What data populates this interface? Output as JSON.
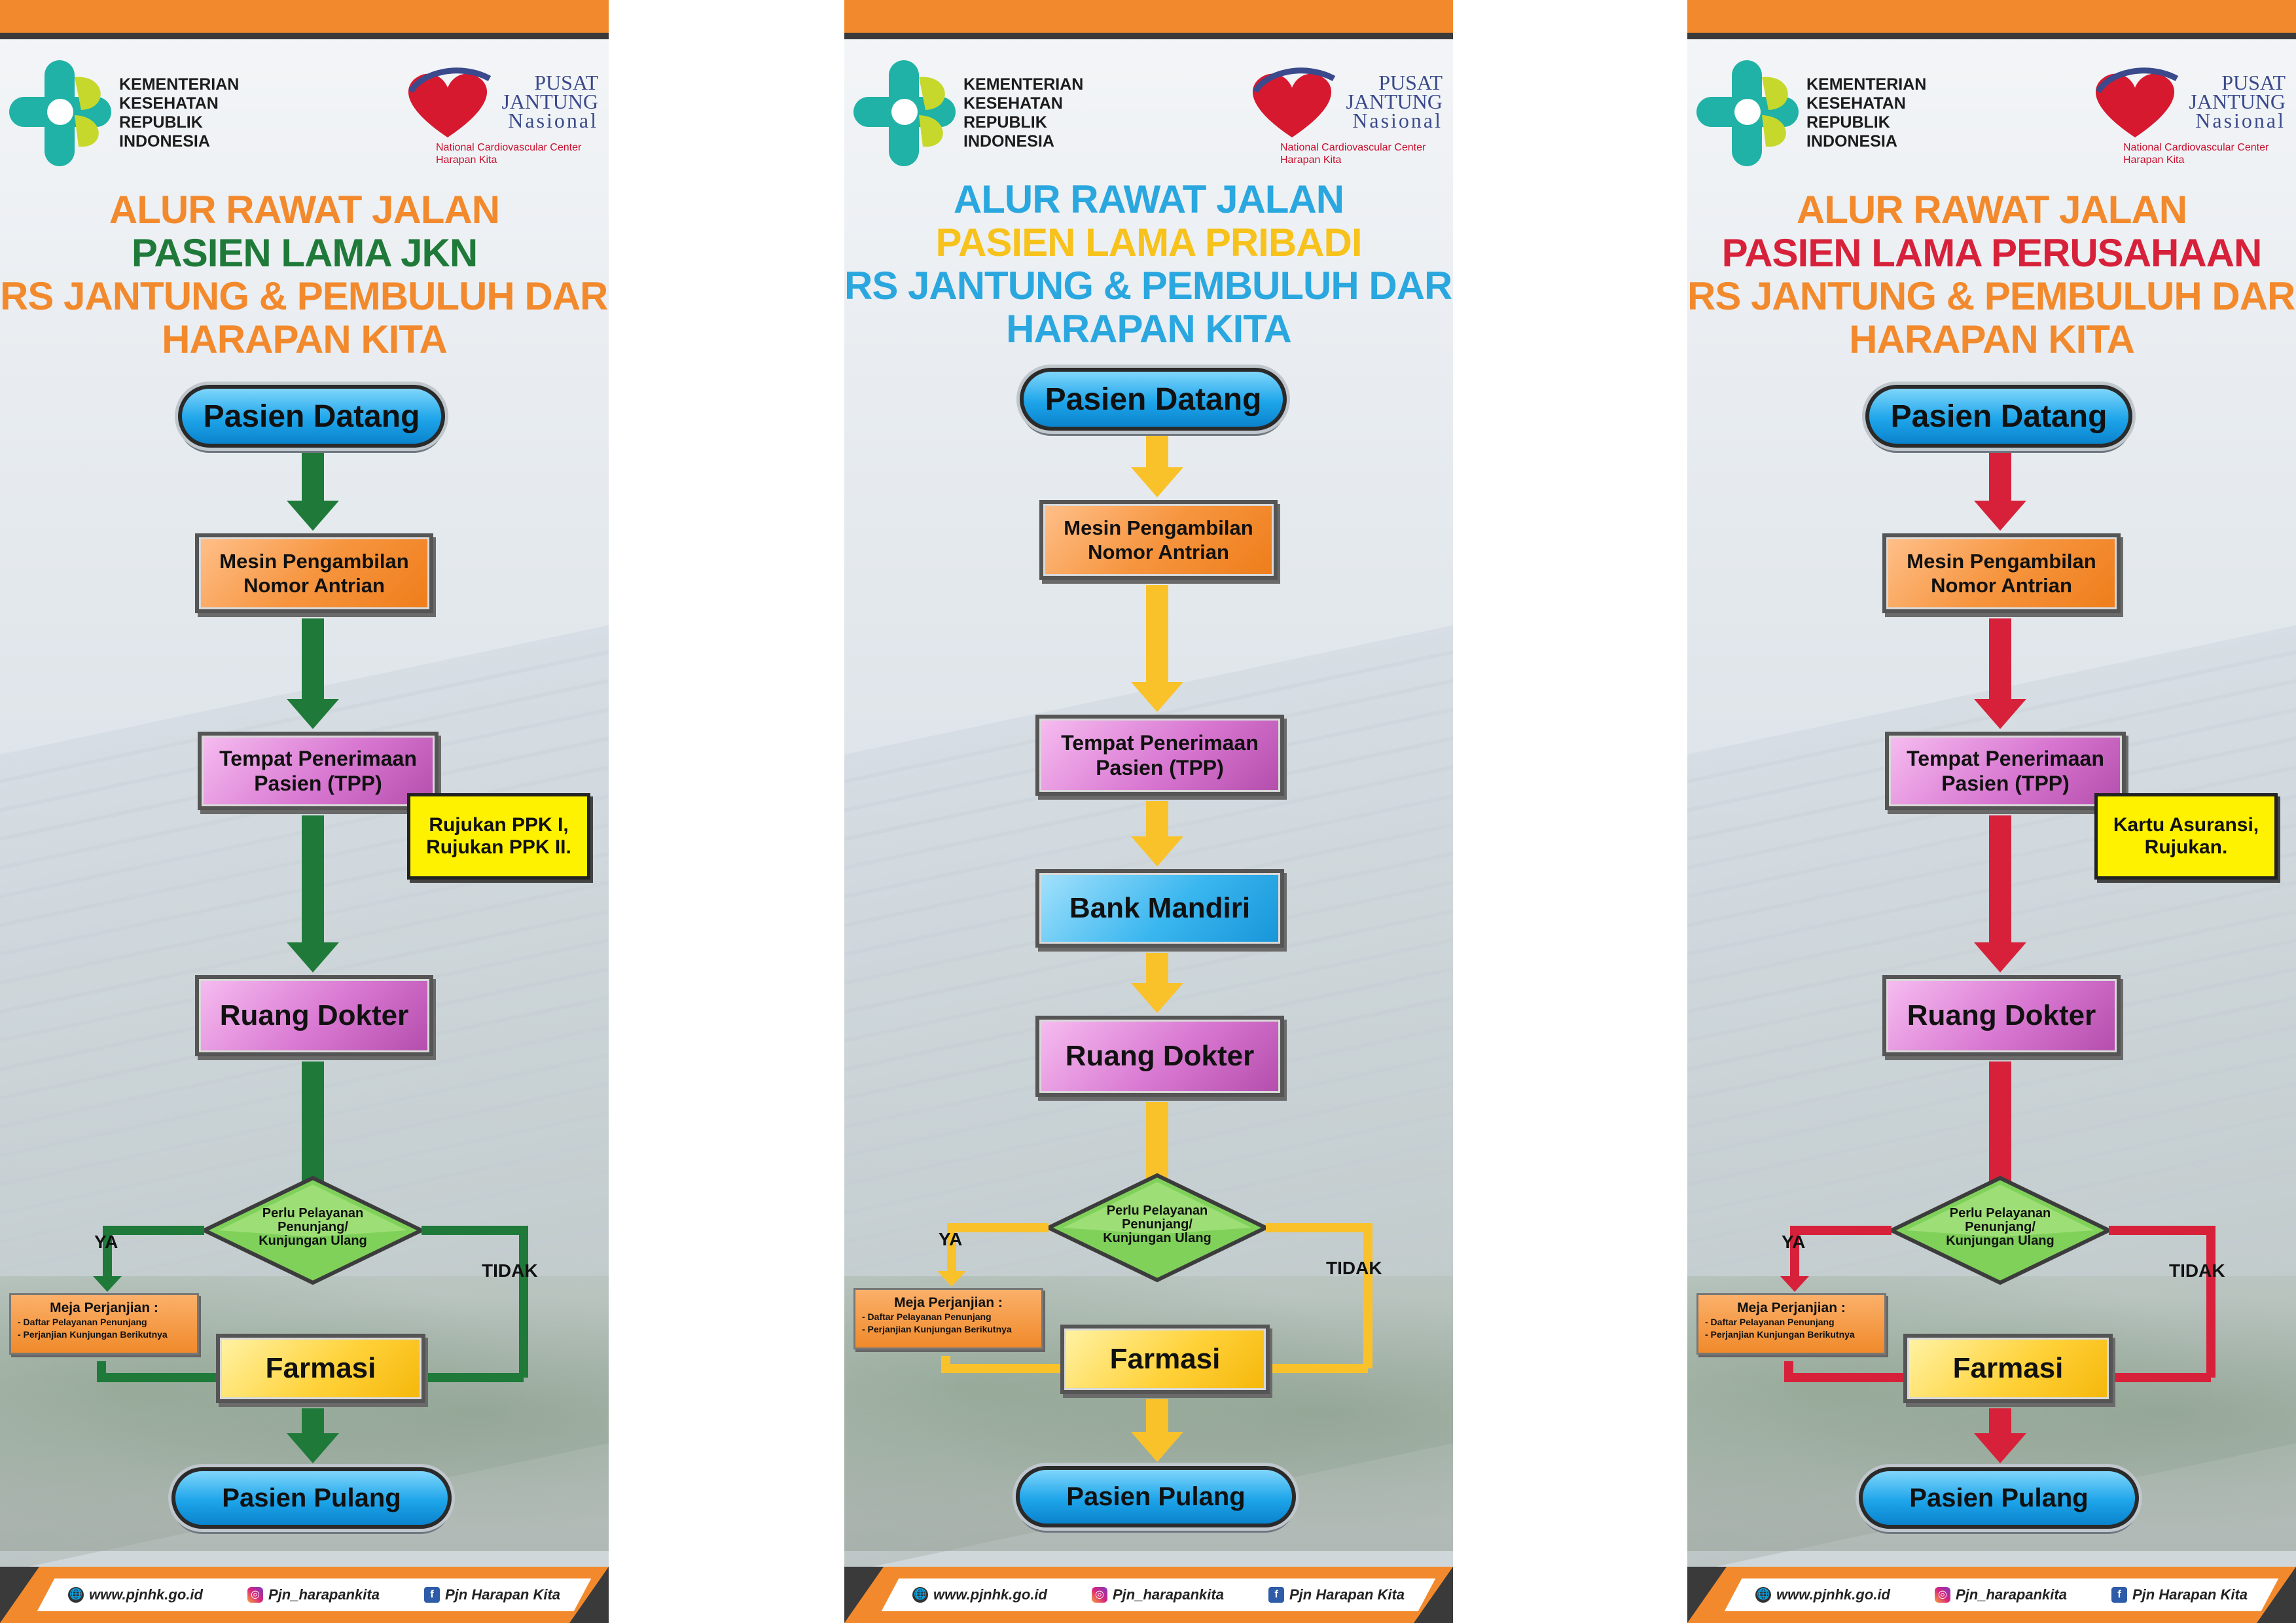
{
  "logo": {
    "kemkes_lines": [
      "KEMENTERIAN",
      "KESEHATAN",
      "REPUBLIK",
      "INDONESIA"
    ],
    "pjn_lines": [
      "PUSAT",
      "JANTUNG",
      "Nasional"
    ],
    "pjn_sub_lines": [
      "National Cardiovascular Center",
      "Harapan Kita"
    ]
  },
  "footer": {
    "website": "www.pjnhk.go.id",
    "instagram": "Pjn_harapankita",
    "facebook": "Pjn Harapan Kita"
  },
  "flow": {
    "start": "Pasien Datang",
    "queue": "Mesin Pengambilan Nomor Antrian",
    "queue_lines": [
      "Mesin Pengambilan",
      "Nomor Antrian"
    ],
    "tpp_lines": [
      "Tempat Penerimaan",
      "Pasien (TPP)"
    ],
    "bank": "Bank Mandiri",
    "doctor": "Ruang Dokter",
    "decision_lines": [
      "Perlu Pelayanan",
      "Penunjang/",
      "Kunjungan Ulang"
    ],
    "yes": "YA",
    "no": "TIDAK",
    "meja_title": "Meja Perjanjian :",
    "meja_items": [
      "- Daftar Pelayanan Penunjang",
      "- Perjanjian Kunjungan Berikutnya"
    ],
    "pharmacy": "Farmasi",
    "end": "Pasien Pulang"
  },
  "banners": [
    {
      "title_lines": [
        "ALUR RAWAT JALAN",
        "PASIEN LAMA JKN",
        "RS JANTUNG & PEMBULUH DARAH",
        "HARAPAN KITA"
      ],
      "title_colors": [
        "#f28a2d",
        "#1f7a3a",
        "#f28a2d",
        "#f28a2d"
      ],
      "arrow_color": "#1f7a3a",
      "note_lines": [
        "Rujukan PPK I,",
        "Rujukan PPK II."
      ],
      "has_bank": false
    },
    {
      "title_lines": [
        "ALUR RAWAT JALAN",
        "PASIEN LAMA PRIBADI",
        "RS JANTUNG & PEMBULUH DARAH",
        "HARAPAN KITA"
      ],
      "title_colors": [
        "#2aa7df",
        "#f7c21b",
        "#2aa7df",
        "#2aa7df"
      ],
      "arrow_color": "#f9c22b",
      "note_lines": [],
      "has_bank": true
    },
    {
      "title_lines": [
        "ALUR RAWAT JALAN",
        "PASIEN LAMA PERUSAHAAN",
        "RS JANTUNG & PEMBULUH DARAH",
        "HARAPAN KITA"
      ],
      "title_colors": [
        "#f28a2d",
        "#d7213a",
        "#f28a2d",
        "#f28a2d"
      ],
      "arrow_color": "#d7213a",
      "note_lines": [
        "Kartu Asuransi,",
        "Rujukan."
      ],
      "has_bank": false
    }
  ]
}
